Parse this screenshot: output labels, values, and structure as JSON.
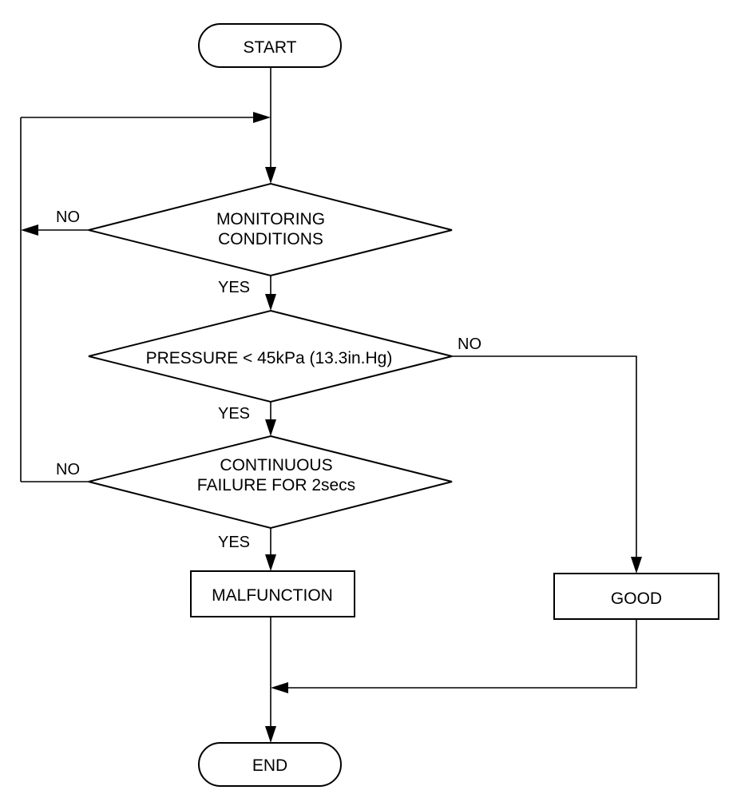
{
  "nodes": {
    "start": "START",
    "monitoring": [
      "MONITORING",
      "CONDITIONS"
    ],
    "pressure": "PRESSURE < 45kPa (13.3in.Hg)",
    "continuous": [
      "CONTINUOUS",
      "FAILURE FOR 2secs"
    ],
    "malfunction": "MALFUNCTION",
    "good": "GOOD",
    "end": "END"
  },
  "branches": {
    "monitoring_no": "NO",
    "monitoring_yes": "YES",
    "pressure_no": "NO",
    "pressure_yes": "YES",
    "continuous_no": "NO",
    "continuous_yes": "YES"
  }
}
